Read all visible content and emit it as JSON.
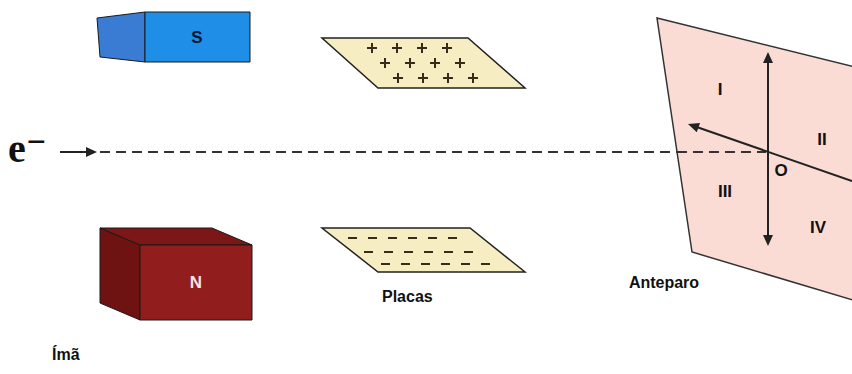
{
  "diagram": {
    "nodes": [
      {
        "text": [
          "S"
        ]
      },
      {
        "text": [
          "N"
        ]
      },
      {
        "text": [
          "I",
          "O",
          "II",
          "III",
          "IV",
          "Anteparo"
        ]
      }
    ],
    "labels": [
      "e⁻",
      "Ímã",
      "Placas"
    ]
  }
}
